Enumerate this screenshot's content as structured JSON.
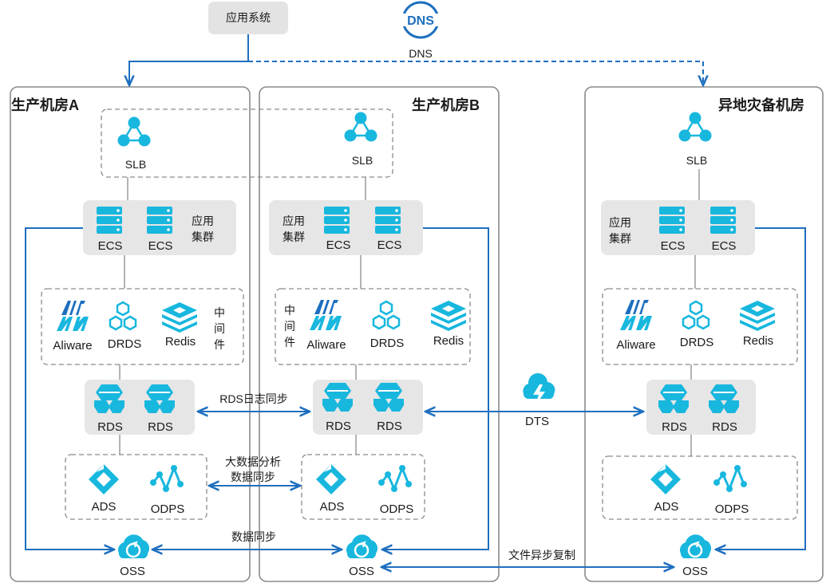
{
  "app_system": "应用系统",
  "dns": {
    "label": "DNS",
    "logo_text": "DNS"
  },
  "rooms": {
    "a": {
      "title": "生产机房A"
    },
    "b": {
      "title": "生产机房B"
    },
    "c": {
      "title": "异地灾备机房"
    }
  },
  "labels": {
    "slb": "SLB",
    "ecs": "ECS",
    "app_cluster_1": "应用",
    "app_cluster_2": "集群",
    "mid_1": "中",
    "mid_2": "间",
    "mid_3": "件",
    "aliware": "Aliware",
    "drds": "DRDS",
    "redis": "Redis",
    "rds": "RDS",
    "ads": "ADS",
    "odps": "ODPS",
    "oss": "OSS",
    "dts": "DTS"
  },
  "connections": {
    "rds_log_sync": "RDS日志同步",
    "bigdata_1": "大数据分析",
    "bigdata_2": "数据同步",
    "data_sync": "数据同步",
    "file_async": "文件异步复制"
  },
  "colors": {
    "accent": "#18b7de",
    "line": "#1e6fbf",
    "border": "#8a8a8a",
    "cluster": "#e6e6e6"
  }
}
